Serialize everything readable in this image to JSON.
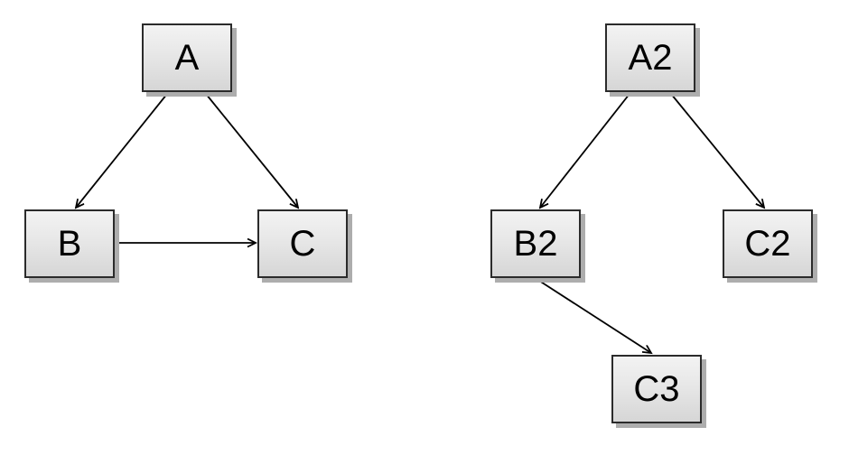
{
  "canvas": {
    "background": "#ffffff"
  },
  "style": {
    "node_fill_top": "#f3f3f3",
    "node_fill_bottom": "#d6d6d6",
    "node_border_color": "#2b2b2b",
    "node_shadow_color": "#adadad",
    "edge_color": "#000000",
    "label_color": "#000000"
  },
  "diagrams": [
    {
      "name": "left-graph",
      "nodes": [
        {
          "id": "A",
          "label": "A"
        },
        {
          "id": "B",
          "label": "B"
        },
        {
          "id": "C",
          "label": "C"
        }
      ],
      "edges": [
        {
          "from": "A",
          "to": "B"
        },
        {
          "from": "A",
          "to": "C"
        },
        {
          "from": "B",
          "to": "C"
        }
      ]
    },
    {
      "name": "right-graph",
      "nodes": [
        {
          "id": "A2",
          "label": "A2"
        },
        {
          "id": "B2",
          "label": "B2"
        },
        {
          "id": "C2",
          "label": "C2"
        },
        {
          "id": "C3",
          "label": "C3"
        }
      ],
      "edges": [
        {
          "from": "A2",
          "to": "B2"
        },
        {
          "from": "A2",
          "to": "C2"
        },
        {
          "from": "B2",
          "to": "C3"
        }
      ]
    }
  ]
}
